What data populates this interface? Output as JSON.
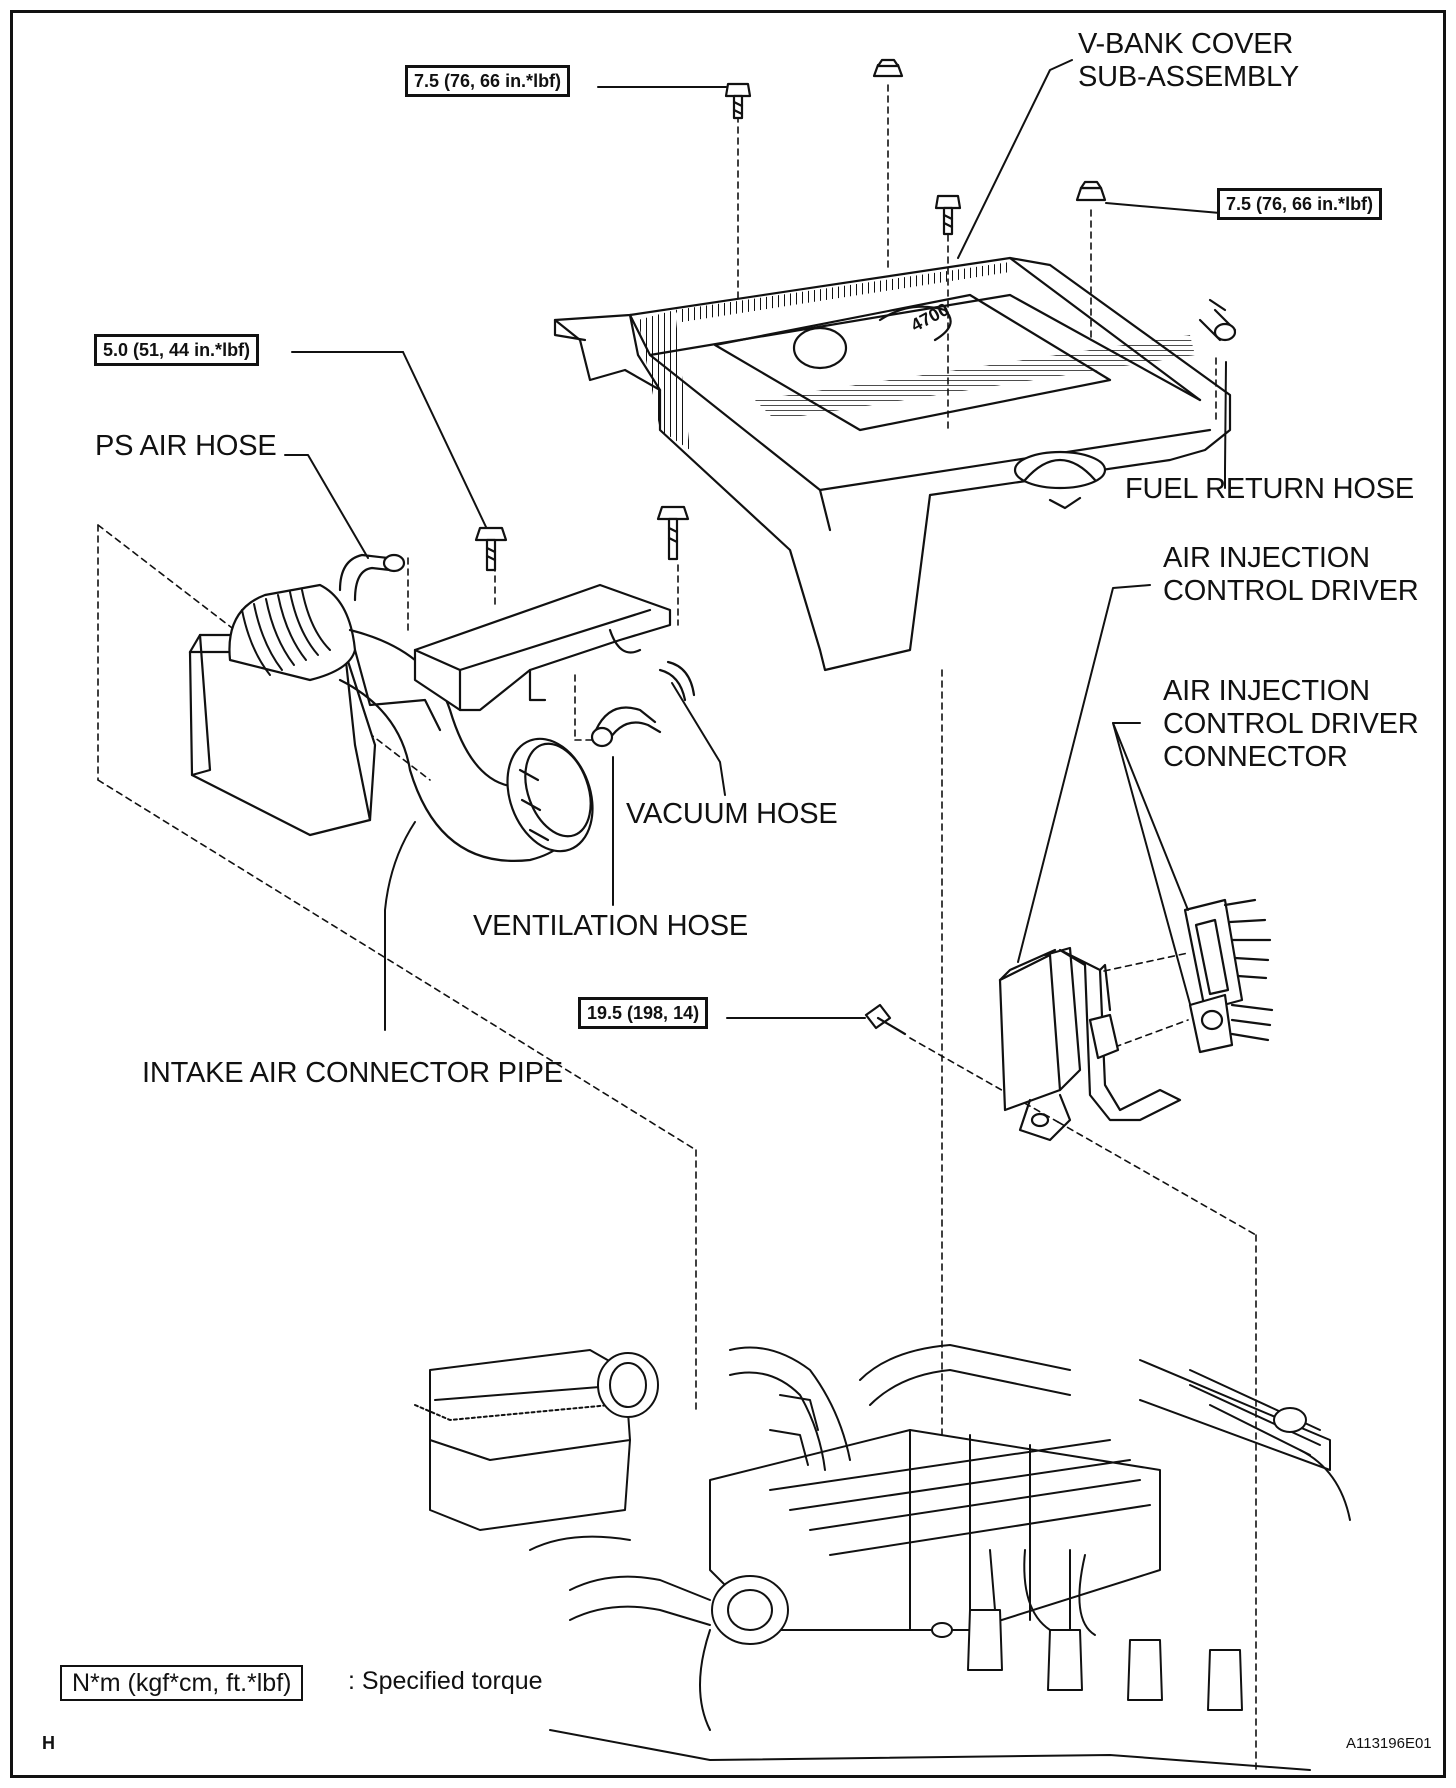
{
  "labels": {
    "vbank_cover_1": "V-BANK COVER",
    "vbank_cover_2": "SUB-ASSEMBLY",
    "fuel_return_hose": "FUEL RETURN HOSE",
    "air_injection_driver_1": "AIR INJECTION",
    "air_injection_driver_2": "CONTROL DRIVER",
    "air_injection_connector_1": "AIR INJECTION",
    "air_injection_connector_2": "CONTROL DRIVER",
    "air_injection_connector_3": "CONNECTOR",
    "ps_air_hose": "PS AIR HOSE",
    "vacuum_hose": "VACUUM HOSE",
    "ventilation_hose": "VENTILATION HOSE",
    "intake_air_connector_pipe": "INTAKE AIR CONNECTOR PIPE"
  },
  "torques": {
    "cover_bolt_left": "7.5 (76, 66 in.*lbf)",
    "cover_bolt_right": "7.5 (76, 66 in.*lbf)",
    "intake_bolt": "5.0 (51, 44 in.*lbf)",
    "driver_bolt": "19.5 (198, 14)"
  },
  "legend": {
    "box": "N*m (kgf*cm, ft.*lbf)",
    "text": ": Specified torque"
  },
  "footer": {
    "section_letter": "H",
    "figure_id": "A113196E01"
  },
  "cover_badge": "4700"
}
